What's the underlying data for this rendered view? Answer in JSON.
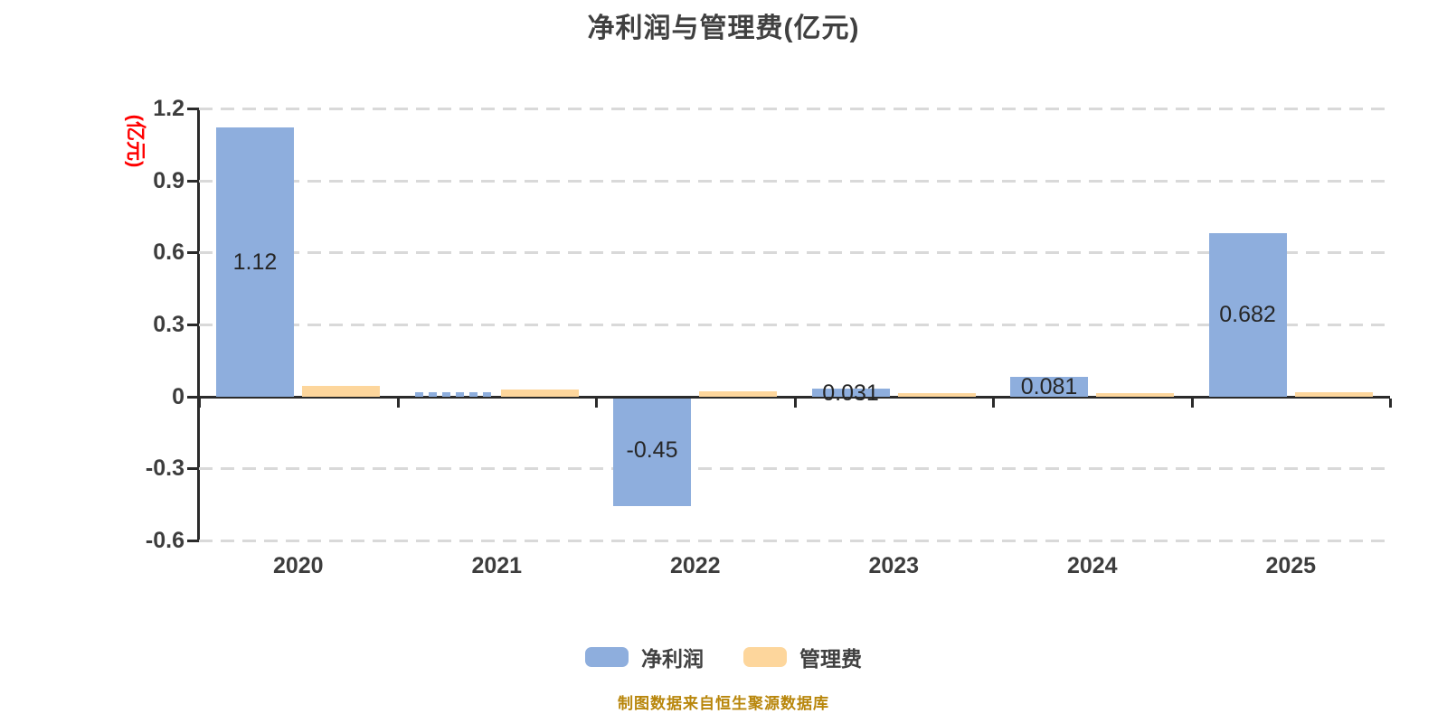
{
  "title": "净利润与管理费(亿元)",
  "y_axis": {
    "unit_label": "(亿元)",
    "unit_color": "#ff0000",
    "tick_labels": [
      "1.2",
      "0.9",
      "0.6",
      "0.3",
      "0",
      "-0.3",
      "-0.6"
    ]
  },
  "x_axis": {
    "labels": [
      "2020",
      "2021",
      "2022",
      "2023",
      "2024",
      "2025"
    ]
  },
  "legend": {
    "items": [
      {
        "label": "净利润",
        "color": "#8eaedd"
      },
      {
        "label": "管理费",
        "color": "#fdd69c"
      }
    ]
  },
  "footer": {
    "text": "制图数据来自恒生聚源数据库",
    "color": "#b8860b"
  },
  "colors": {
    "net_profit_blue": "#8eaedd",
    "mgmt_fee_orange": "#fdd69c",
    "grid": "#d9d9d9",
    "axis_line": "#2b2b2b",
    "text": "#404040",
    "bar_label": "#262626",
    "unit_red": "#ff0000",
    "footer_gold": "#b8860b"
  },
  "chart_data": {
    "type": "bar",
    "title": "净利润与管理费(亿元)",
    "ylabel": "(亿元)",
    "categories": [
      "2020",
      "2021",
      "2022",
      "2023",
      "2024",
      "2025"
    ],
    "series": [
      {
        "name": "净利润",
        "color": "#8eaedd",
        "values": [
          1.12,
          0.018,
          -0.45,
          0.031,
          0.081,
          0.682
        ],
        "labels": [
          "1.12",
          "",
          "-0.45",
          "0.031",
          "0.081",
          "0.682"
        ],
        "dashed_indices": [
          1
        ]
      },
      {
        "name": "管理费",
        "color": "#fdd69c",
        "values": [
          0.045,
          0.027,
          0.022,
          0.015,
          0.014,
          0.017
        ],
        "labels": [
          "",
          "",
          "",
          "",
          "",
          ""
        ],
        "dashed_indices": []
      }
    ],
    "ylim": [
      -0.6,
      1.2
    ],
    "ytick_values": [
      1.2,
      0.9,
      0.6,
      0.3,
      0,
      -0.3,
      -0.6
    ],
    "grid": "horizontal-dashed",
    "legend_position": "bottom"
  }
}
